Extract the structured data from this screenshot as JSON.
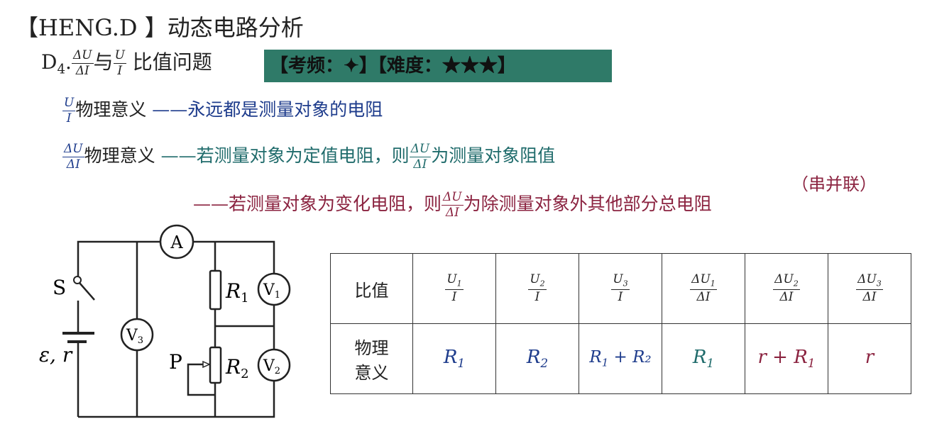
{
  "title": {
    "bracket_open": "【",
    "brand": "HENG.D",
    "bracket_close": "】",
    "text": "动态电路分析"
  },
  "subtitle": {
    "prefix": "D",
    "prefix_sub": "4",
    "dot": ".",
    "frac1_num": "ΔU",
    "frac1_den": "ΔI",
    "conj": "与",
    "frac2_num": "U",
    "frac2_den": "I",
    "text": "比值问题"
  },
  "banner": {
    "freq_label": "【考频：",
    "freq_value": "✦",
    "freq_close": "】",
    "diff_label": "【难度：",
    "diff_value": "★★★",
    "diff_close": "】"
  },
  "lines": [
    {
      "frac_num": "U",
      "frac_den": "I",
      "label": "物理意义",
      "text": "——永远都是测量对象的电阻"
    },
    {
      "frac_num": "ΔU",
      "frac_den": "ΔI",
      "label": "物理意义",
      "text_a": "——若测量对象为定值电阻，则",
      "frac2_num": "ΔU",
      "frac2_den": "ΔI",
      "text_b": "为测量对象阻值"
    },
    {
      "text_a": "——若测量对象为变化电阻，则",
      "frac2_num": "ΔU",
      "frac2_den": "ΔI",
      "text_b": "为除测量对象外其他部分总电阻"
    }
  ],
  "note": "（串并联）",
  "circuit": {
    "ammeter": "A",
    "switch": "S",
    "source": "ε, r",
    "v1": "V",
    "v1_sub": "1",
    "v2": "V",
    "v2_sub": "2",
    "v3": "V",
    "v3_sub": "3",
    "r1": "R",
    "r1_sub": "1",
    "r2": "R",
    "r2_sub": "2",
    "slider": "P"
  },
  "table": {
    "row1_label": "比值",
    "row2_label_a": "物理",
    "row2_label_b": "意义",
    "headers": [
      {
        "num": "U",
        "num_sub": "1",
        "den": "I"
      },
      {
        "num": "U",
        "num_sub": "2",
        "den": "I"
      },
      {
        "num": "U",
        "num_sub": "3",
        "den": "I"
      },
      {
        "num": "ΔU",
        "num_sub": "1",
        "den": "ΔI"
      },
      {
        "num": "ΔU",
        "num_sub": "2",
        "den": "ΔI"
      },
      {
        "num": "ΔU",
        "num_sub": "3",
        "den": "ΔI"
      }
    ],
    "values": [
      {
        "text": "R",
        "sub": "1",
        "tail": "",
        "color": "#1e3c8c"
      },
      {
        "text": "R",
        "sub": "2",
        "tail": "",
        "color": "#1e3c8c"
      },
      {
        "text": "R",
        "sub": "1",
        "tail": " + R₂",
        "color": "#1e3c8c"
      },
      {
        "text": "R",
        "sub": "1",
        "tail": "",
        "color": "#1f6b6b"
      },
      {
        "text": "r + R",
        "sub": "1",
        "tail": "",
        "color": "#8b2340"
      },
      {
        "text": "r",
        "sub": "",
        "tail": "",
        "color": "#8b2340"
      }
    ]
  }
}
